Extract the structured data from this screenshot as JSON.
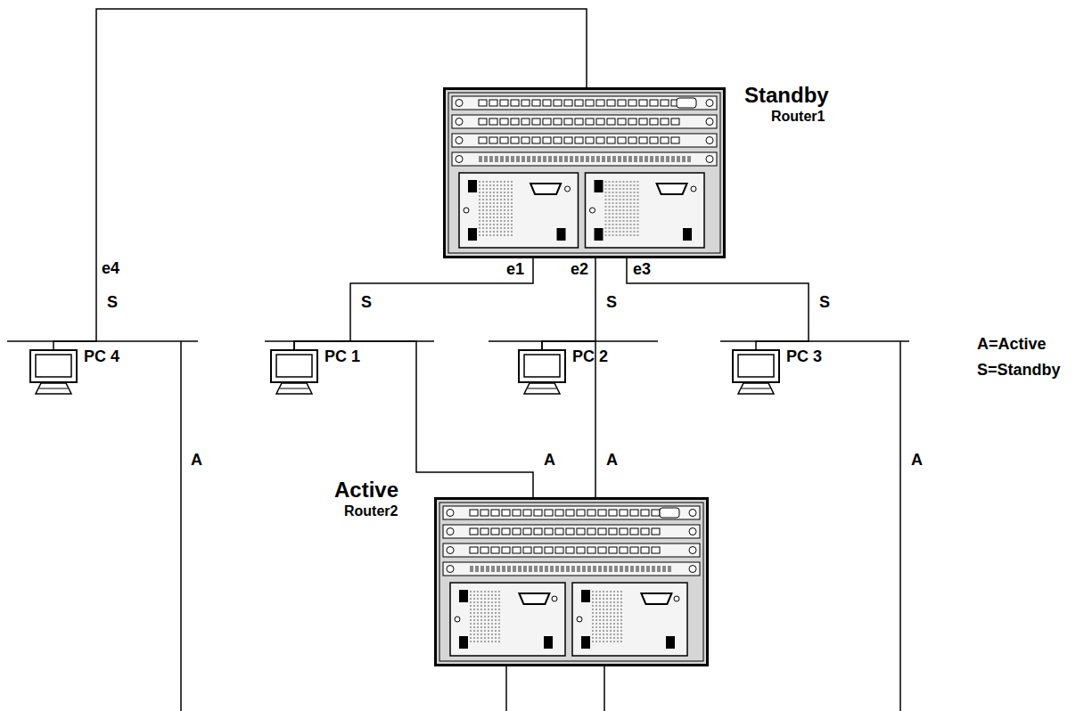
{
  "diagram": {
    "nodes": [
      {
        "text": [
          "Standby",
          "Router1"
        ]
      },
      {
        "text": [
          "PC 4"
        ]
      },
      {
        "text": [
          "PC 1"
        ]
      },
      {
        "text": [
          "PC 2"
        ]
      },
      {
        "text": [
          "PC 3"
        ]
      },
      {
        "text": [
          "Active",
          "Router2"
        ]
      }
    ],
    "edges": [
      {
        "from": 0,
        "to": 1,
        "arrow": "none",
        "label": "S"
      },
      {
        "from": 0,
        "to": 2,
        "arrow": "none",
        "label": "S"
      },
      {
        "from": 0,
        "to": 3,
        "arrow": "none",
        "label": "S"
      },
      {
        "from": 0,
        "to": 4,
        "arrow": "none",
        "label": "S"
      },
      {
        "from": 5,
        "to": 2,
        "arrow": "none",
        "label": "A"
      },
      {
        "from": 5,
        "to": 3,
        "arrow": "none",
        "label": "A"
      }
    ],
    "labels": [
      "e4",
      "e1",
      "e2",
      "e3",
      "A",
      "A"
    ],
    "legend": [
      {
        "text": "A=Active"
      },
      {
        "text": "S=Standby"
      }
    ]
  }
}
